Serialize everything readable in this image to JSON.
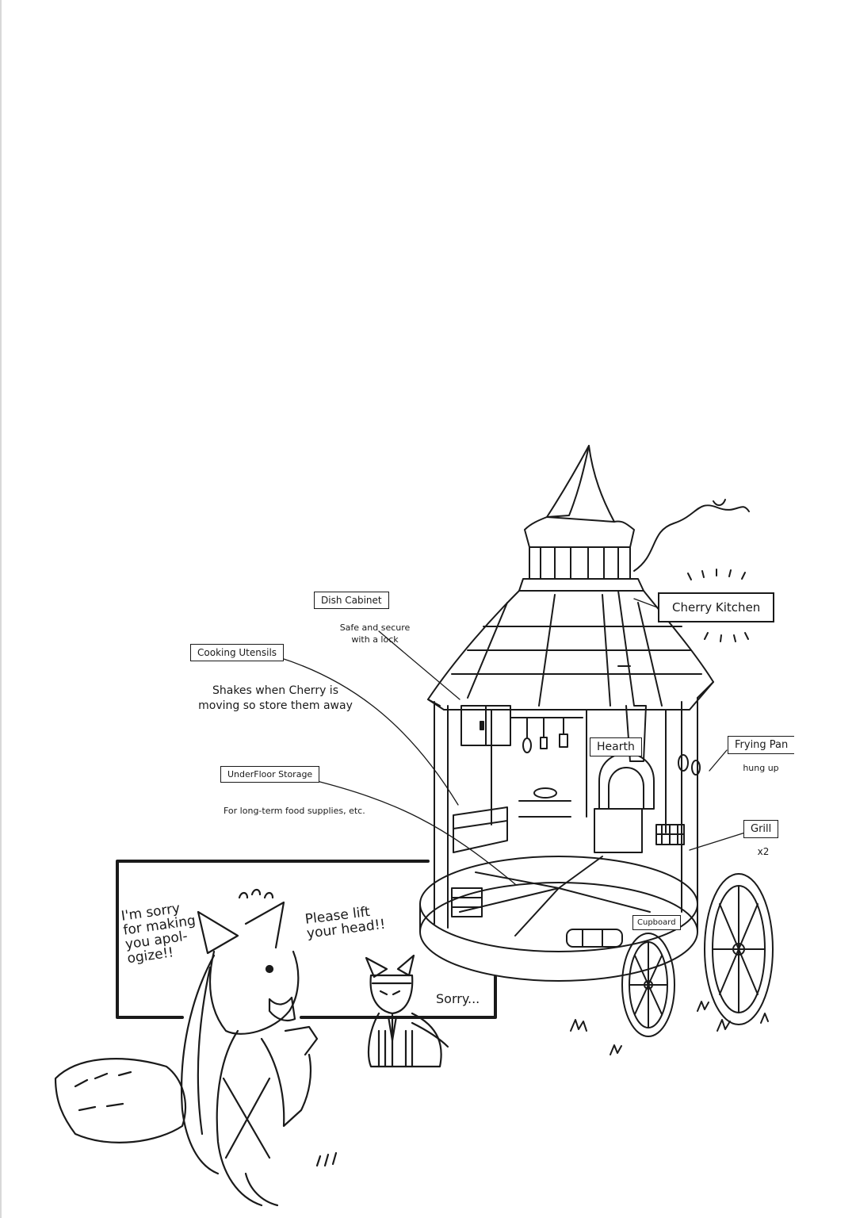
{
  "diagram": {
    "title": "Cherry Kitchen",
    "labels": {
      "dish_cabinet": "Dish Cabinet",
      "dish_cabinet_note": "Safe and secure\nwith a lock",
      "cooking_utensils": "Cooking Utensils",
      "cooking_utensils_note": "Shakes when Cherry is\nmoving so store them away",
      "underfloor_storage": "UnderFloor Storage",
      "underfloor_storage_note": "For long-term food supplies, etc.",
      "hearth": "Hearth",
      "frying_pan": "Frying Pan",
      "frying_pan_note": "hung up",
      "grill": "Grill",
      "grill_note": "x2",
      "cupboard": "Cupboard"
    }
  },
  "panel": {
    "speech_left": "I'm sorry\nfor making\nyou apol-\nogize!!",
    "speech_middle": "Please lift\nyour head!!",
    "speech_right": "Sorry..."
  }
}
